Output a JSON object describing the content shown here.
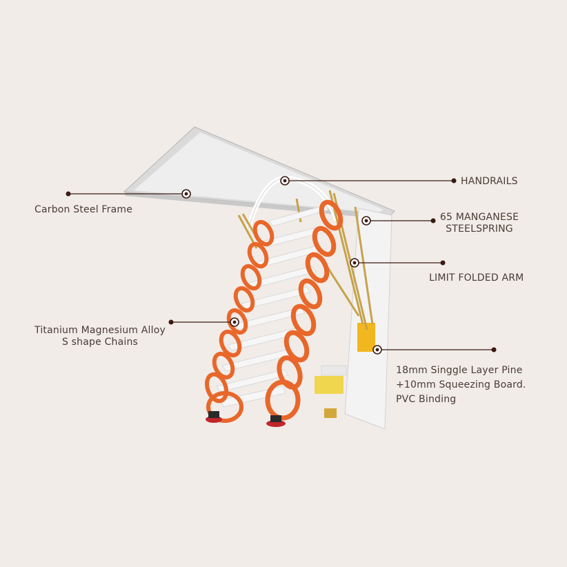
{
  "callouts": {
    "handrails": "HANDRAILS",
    "spring_line1": "65 MANGANESE",
    "spring_line2": "STEELSPRING",
    "limit_arm": "LIMIT FOLDED ARM",
    "frame": "Carbon Steel Frame",
    "chains_line1": "Titanium Magnesium Alloy",
    "chains_line2": "S shape Chains",
    "board_line1": "18mm Singgle Layer Pine",
    "board_line2": "+10mm Squeezing Board.",
    "board_line3": "PVC Binding"
  },
  "colors": {
    "background": "#f1ece8",
    "callout_line": "#3a1a12",
    "chain_orange": "#e8672a",
    "frame_steel": "#d8d8d8",
    "step_white": "#f6f6f6"
  }
}
